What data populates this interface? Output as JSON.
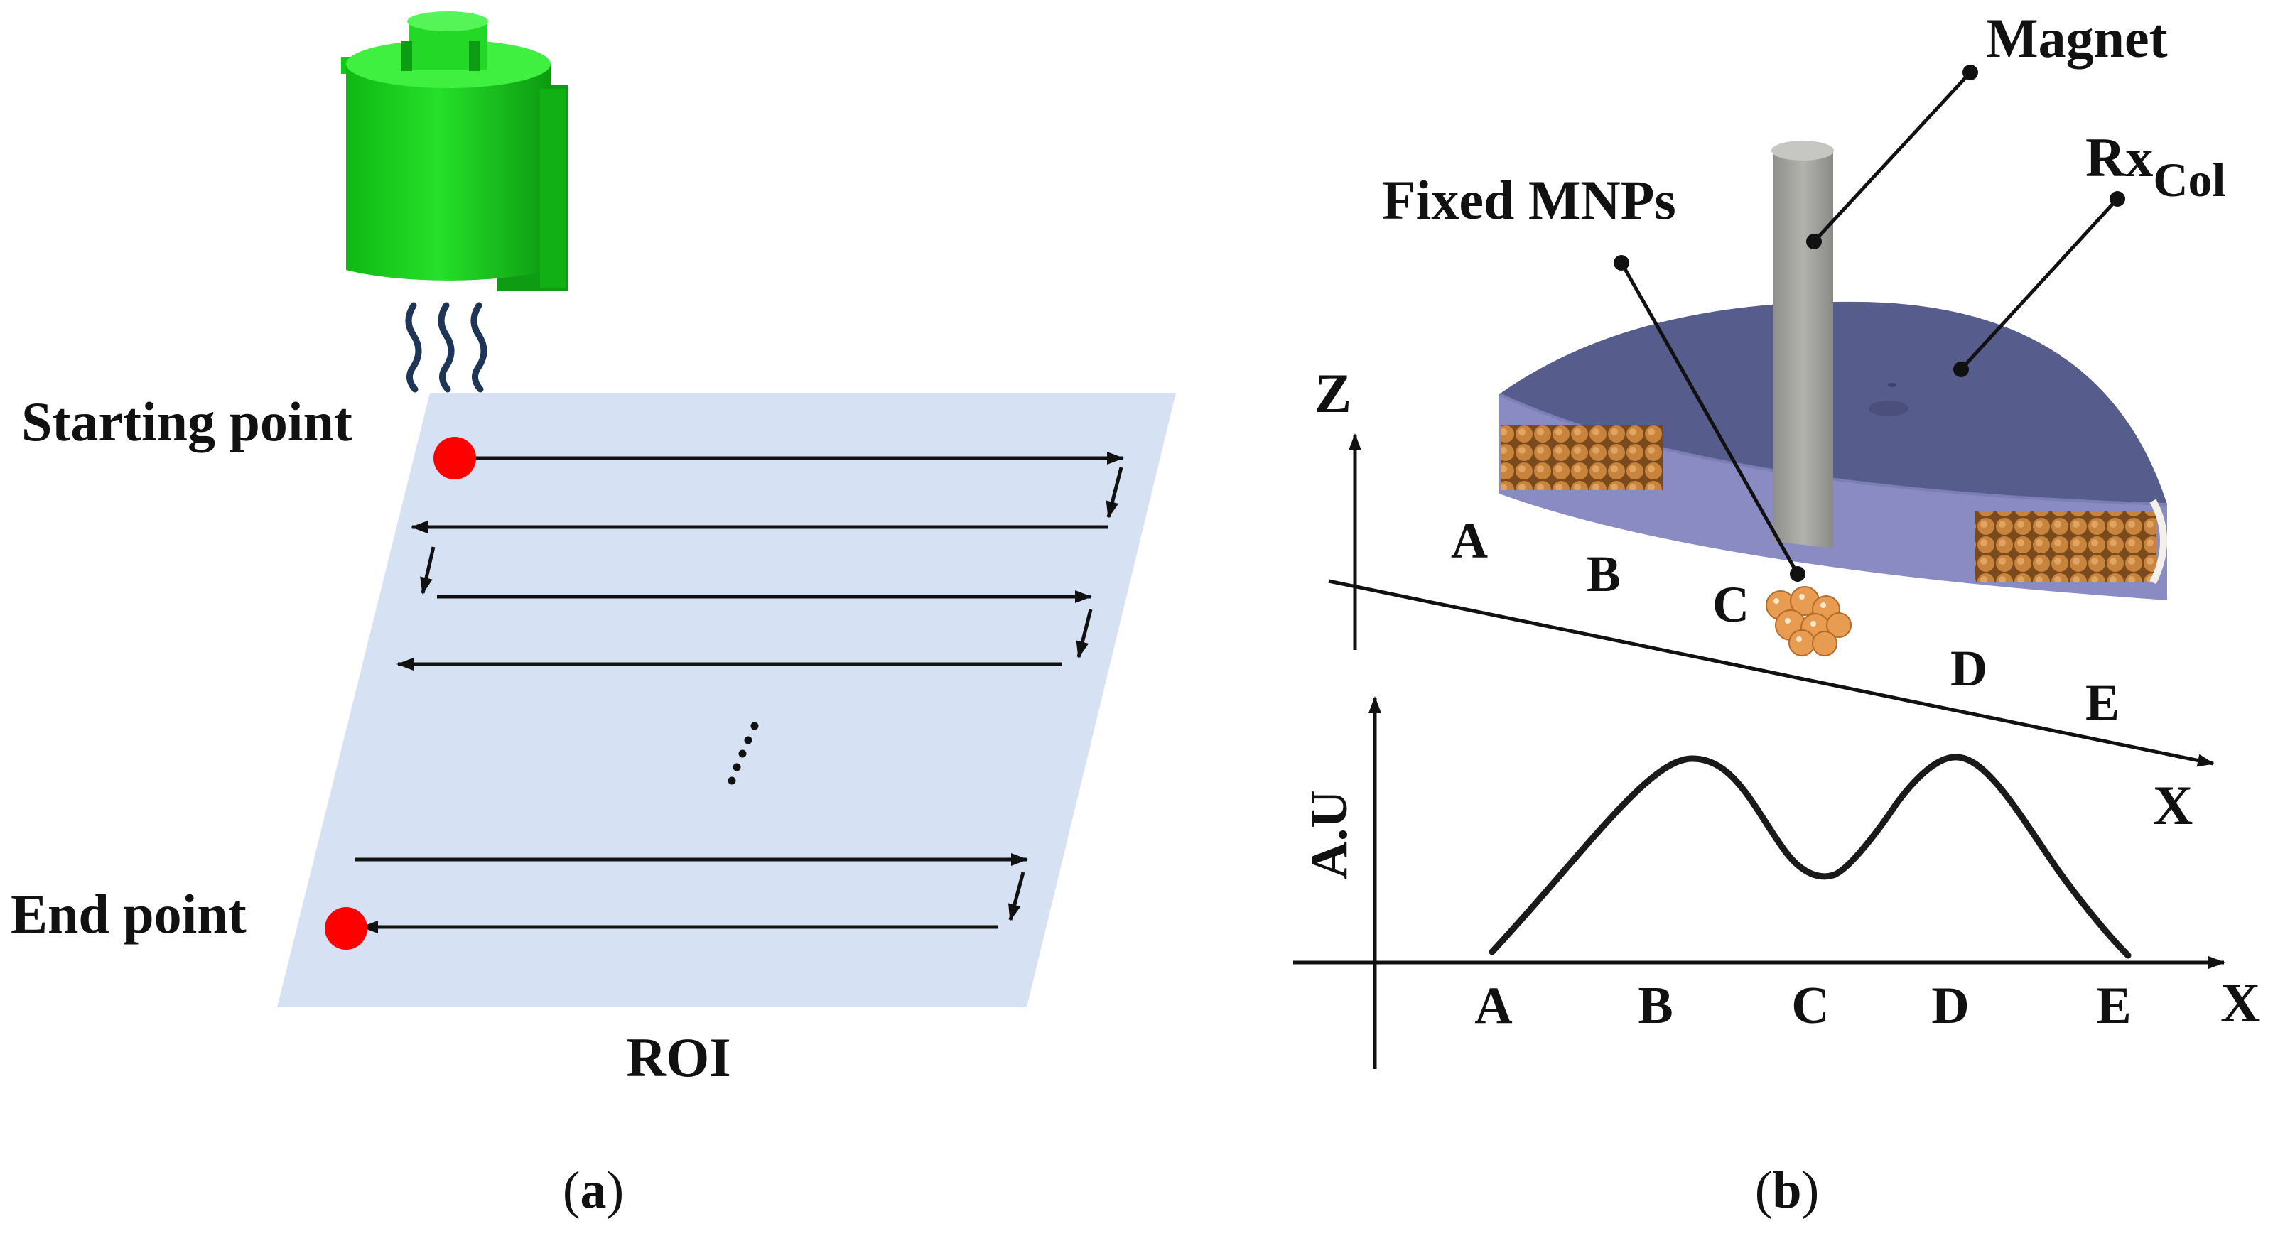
{
  "panel_a": {
    "caption_open": "(",
    "caption_letter": "a",
    "caption_close": ")",
    "starting_point": "Starting point",
    "end_point": "End point",
    "roi": "ROI",
    "ellipsis": "⋮",
    "colors": {
      "plane": "#d6e2f3",
      "marker": "#ff0000",
      "device": "#17d41a",
      "wave": "#1e3558"
    }
  },
  "panel_b": {
    "caption_open": "(",
    "caption_letter": "b",
    "caption_close": ")",
    "magnet": "Magnet",
    "rx_main": "Rx",
    "rx_sub": "Col",
    "fixed_mnps": "Fixed MNPs",
    "axis_z": "Z",
    "axis_x_top": "X",
    "axis_x_bottom": "X",
    "axis_y": "A.U",
    "positions_top": [
      "A",
      "B",
      "C",
      "D",
      "E"
    ],
    "ticks_bottom": [
      "A",
      "B",
      "C",
      "D",
      "E"
    ],
    "colors": {
      "disk_top": "#565c8c",
      "disk_side": "#8a8bc2",
      "magnet": "#a3a39f",
      "coil": "#c8843c"
    }
  }
}
